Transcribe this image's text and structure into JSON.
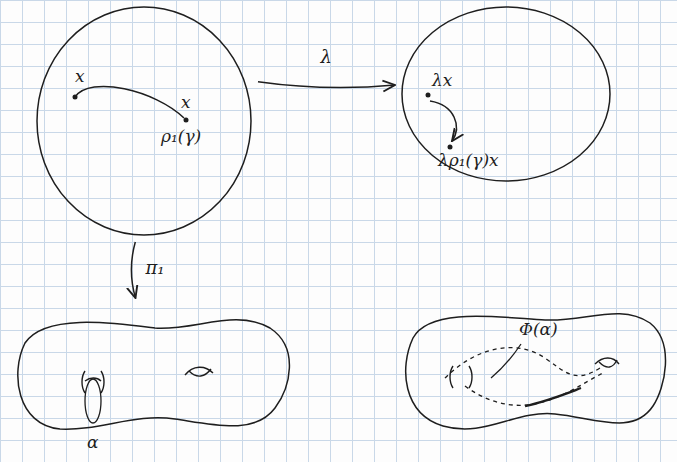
{
  "diagram": {
    "nodes": [
      {
        "text": [
          "x",
          "x",
          "ρ₁(γ)"
        ]
      },
      {
        "text": [
          "λx",
          "λρ₁(γ)x"
        ]
      },
      {
        "text": [
          "α"
        ]
      },
      {
        "text": [
          "Φ(α)"
        ]
      }
    ],
    "edges": [
      {
        "from": 0,
        "to": 1,
        "arrow": "to",
        "label": "λ"
      },
      {
        "from": 0,
        "to": 2,
        "arrow": "to",
        "label": "π₁"
      }
    ]
  }
}
